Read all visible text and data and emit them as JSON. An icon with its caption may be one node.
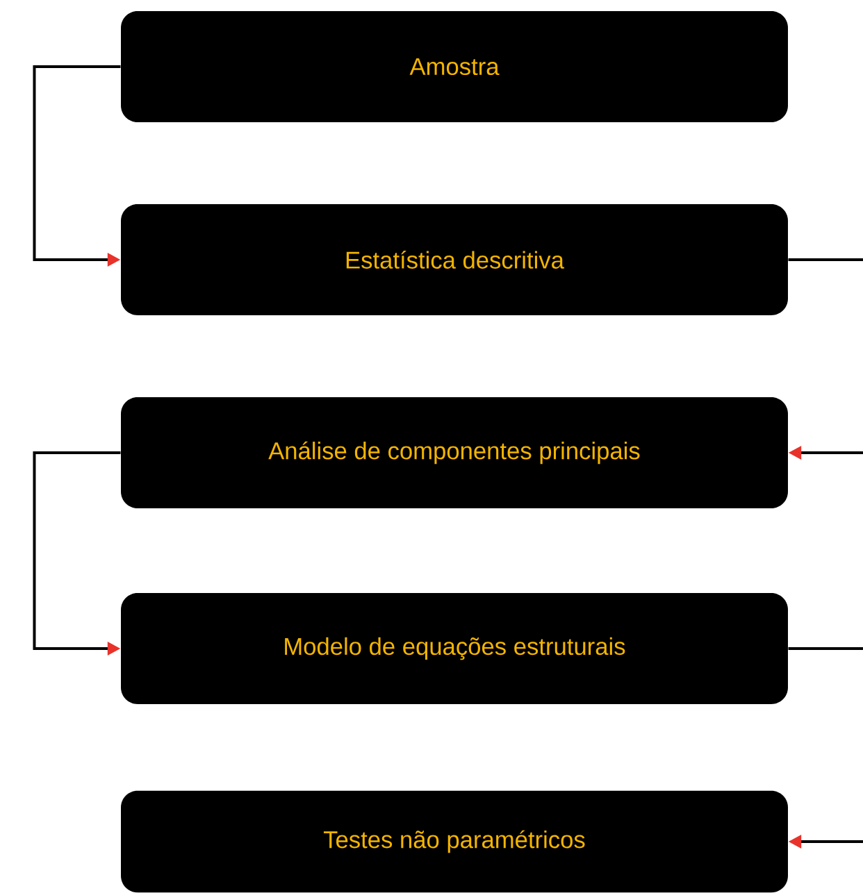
{
  "diagram": {
    "nodes": [
      {
        "text": [
          "Amostra"
        ]
      },
      {
        "text": [
          "Estatística descritiva"
        ]
      },
      {
        "text": [
          "Análise de componentes principais"
        ]
      },
      {
        "text": [
          "Modelo de equações estruturais"
        ]
      },
      {
        "text": [
          "Testes não paramétricos"
        ]
      }
    ],
    "edges": [
      {
        "from": 0,
        "to": 1,
        "arrow": "to"
      },
      {
        "from": 1,
        "to": null,
        "arrow": "none"
      },
      {
        "from": null,
        "to": 2,
        "arrow": "to"
      },
      {
        "from": 2,
        "to": 3,
        "arrow": "to"
      },
      {
        "from": 3,
        "to": null,
        "arrow": "none"
      },
      {
        "from": null,
        "to": 4,
        "arrow": "to"
      }
    ]
  }
}
